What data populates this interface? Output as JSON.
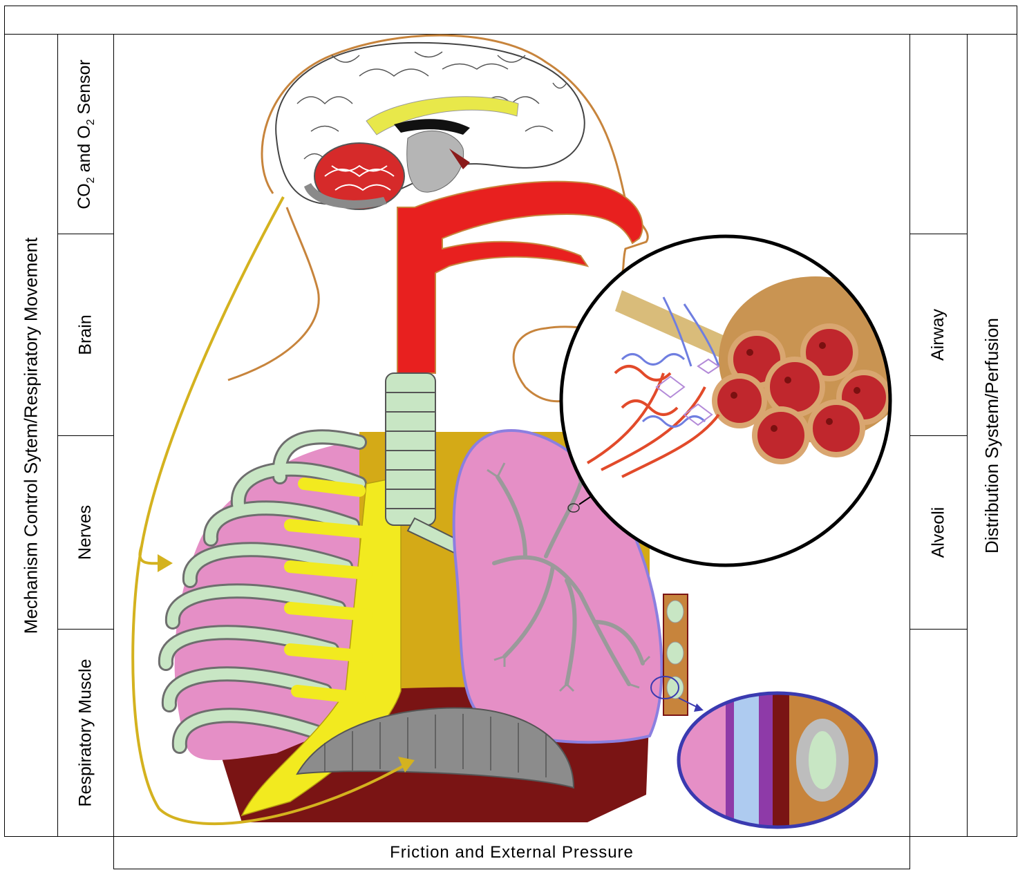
{
  "left_group": {
    "outer_label": "Mechanism Control Sytem/Respiratory Movement",
    "items": [
      {
        "label_parts": [
          "CO",
          "2",
          " and O",
          "2",
          " Sensor"
        ]
      },
      {
        "label": "Brain"
      },
      {
        "label": "Nerves"
      },
      {
        "label": "Respiratory Muscle"
      }
    ]
  },
  "right_group": {
    "outer_label": "Distribution System/Perfusion",
    "items": [
      {
        "label": ""
      },
      {
        "label": "Airway"
      },
      {
        "label": "Alveoli"
      },
      {
        "label": ""
      }
    ]
  },
  "bottom_label": "Friction and External Pressure",
  "top_label": "",
  "colors": {
    "airway_red": "#e8201f",
    "lung_pink": "#e58fc6",
    "rib_green": "#c8e6c4",
    "arrow_gold": "#d4b21f",
    "diaphragm_gray": "#8c8c8c",
    "skin_outline": "#c7843c"
  }
}
